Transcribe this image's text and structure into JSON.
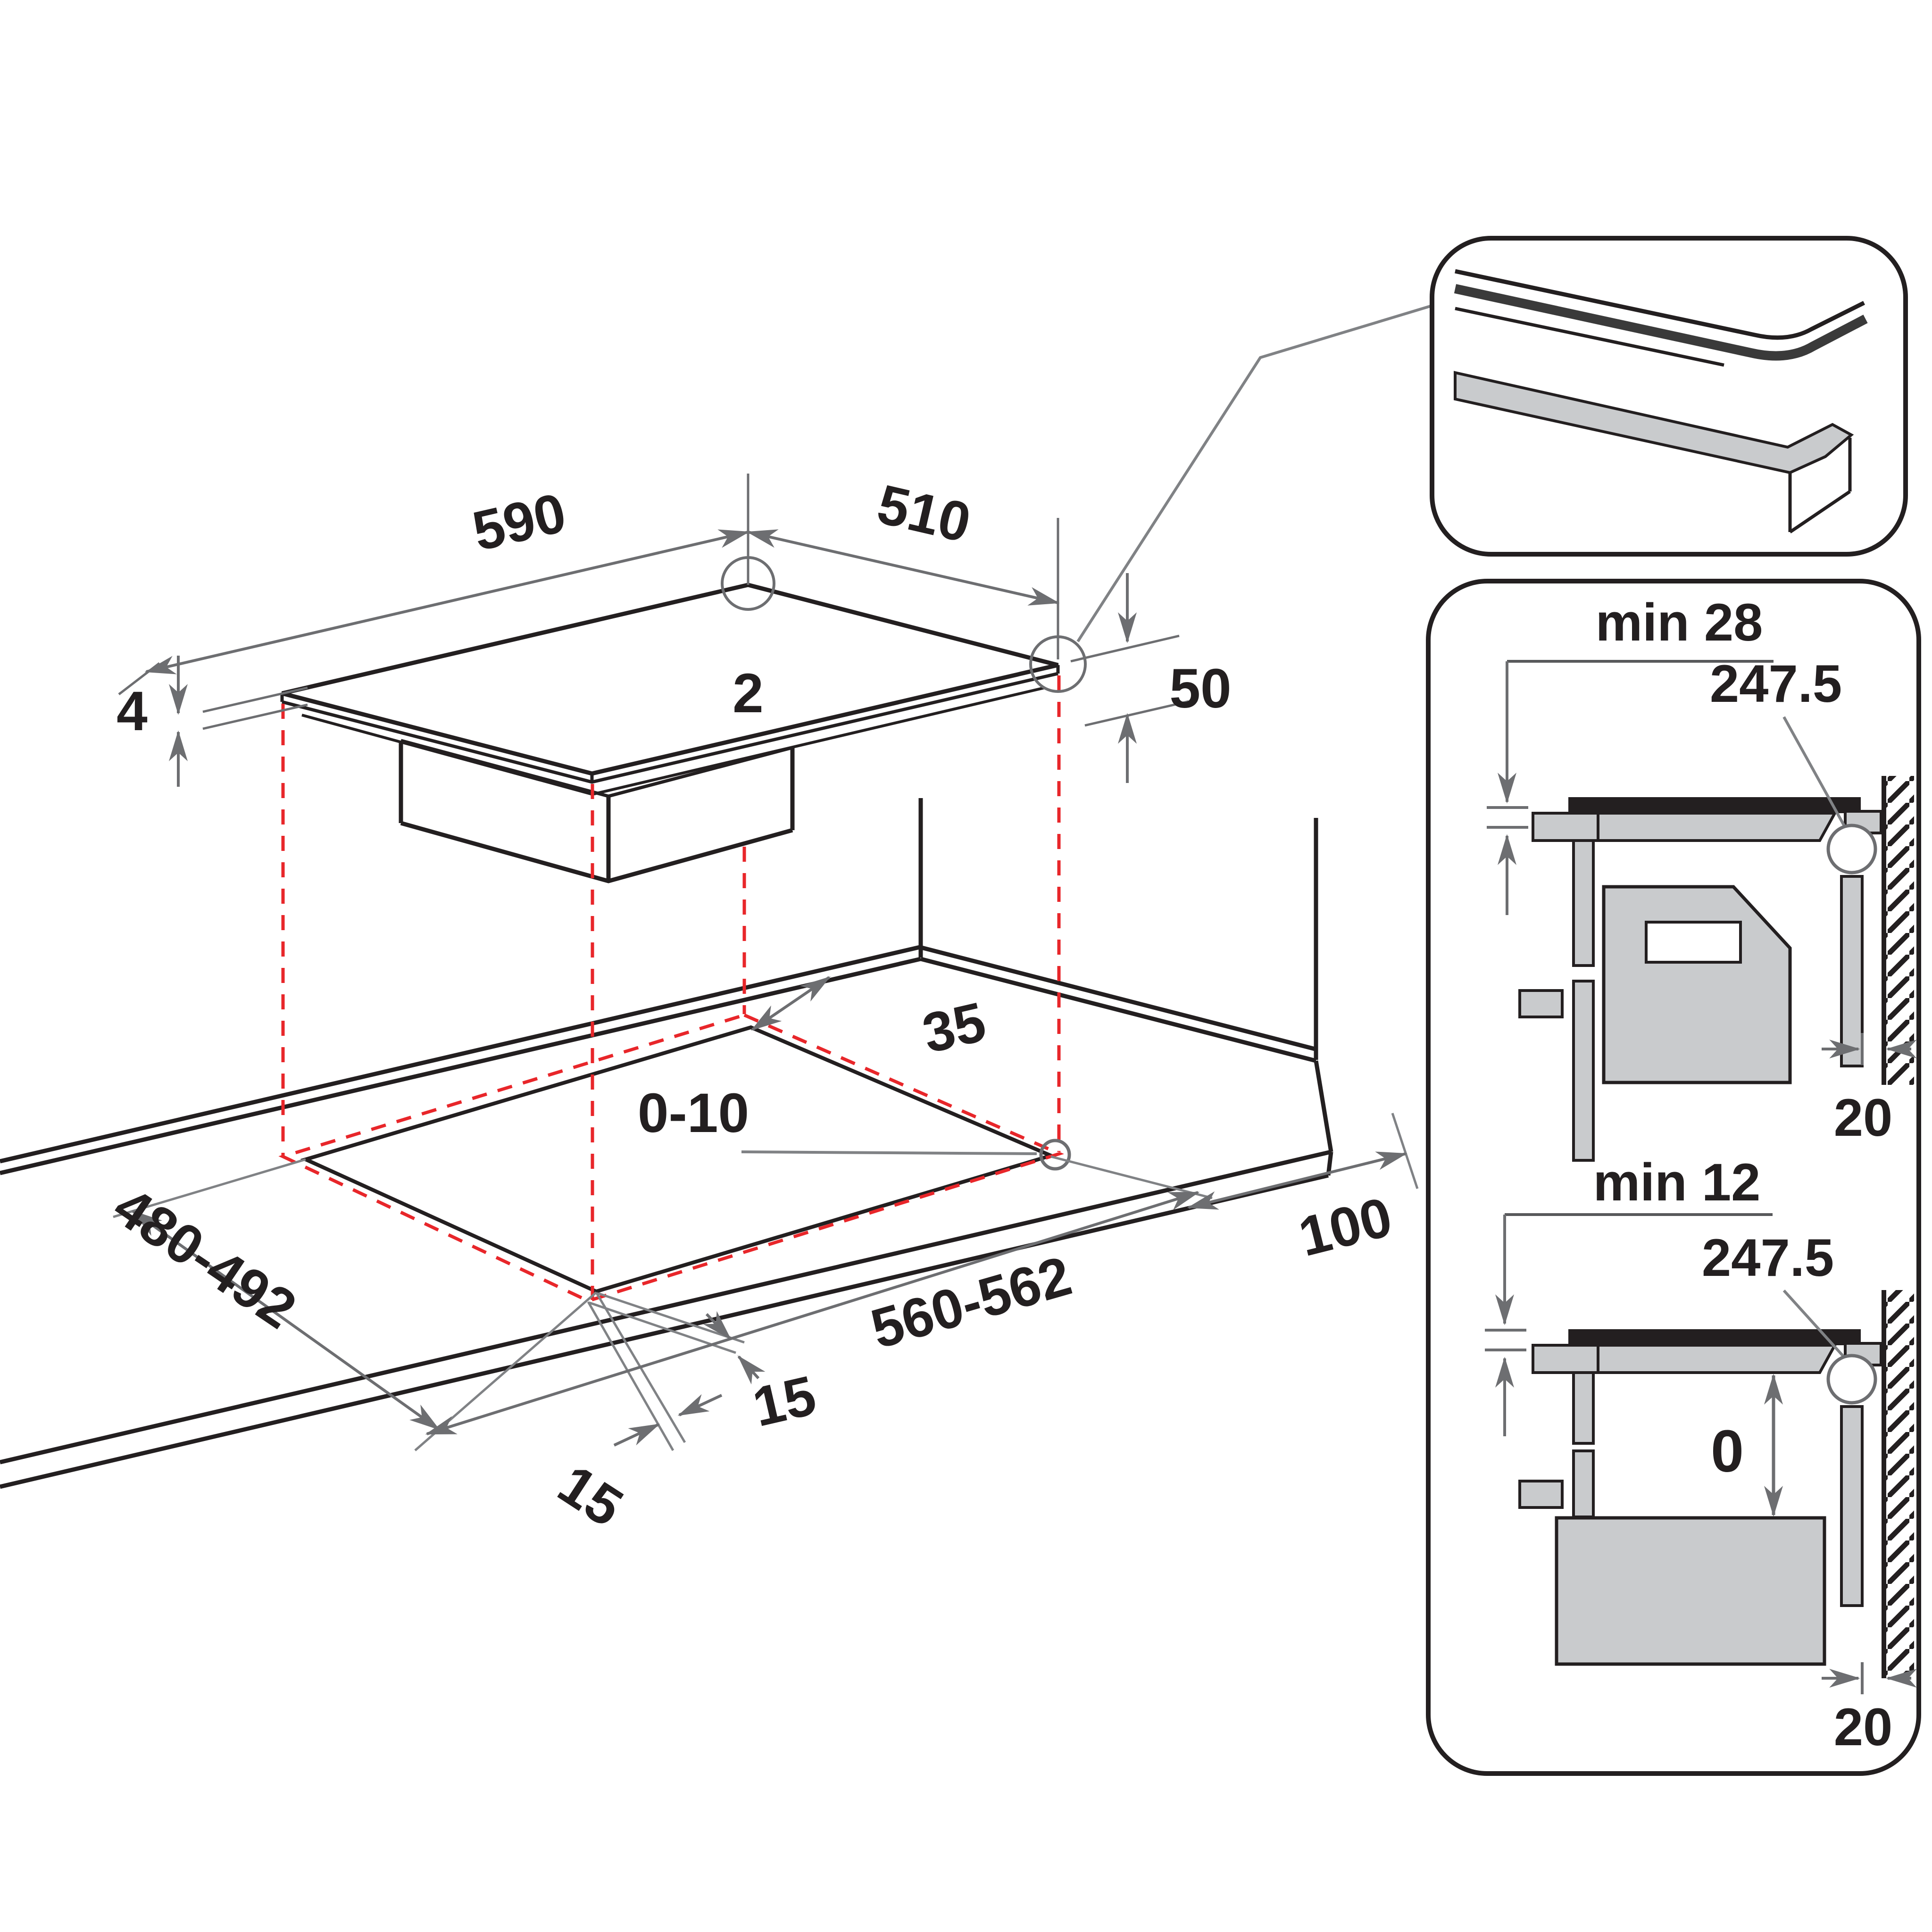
{
  "colors": {
    "line": "#231f20",
    "dim_gray": "#6d6e71",
    "leader_gray": "#808285",
    "red_dashed": "#e8262a",
    "fill_gray": "#c9cbcd",
    "gasket_dark": "#3a3a3a"
  },
  "main_view": {
    "dims": {
      "d590": "590",
      "d510": "510",
      "d2": "2",
      "d4": "4",
      "d50": "50",
      "d35": "35",
      "d0_10": "0-10",
      "d480": "480-492",
      "d15a": "15",
      "d15b": "15",
      "d560": "560-562",
      "d100": "100"
    }
  },
  "section_min28": {
    "min_label": "min 28",
    "center_label": "247.5",
    "wall_gap": "20"
  },
  "section_min12": {
    "min_label": "min 12",
    "center_label": "247.5",
    "zero_gap": "0",
    "wall_gap": "20"
  }
}
